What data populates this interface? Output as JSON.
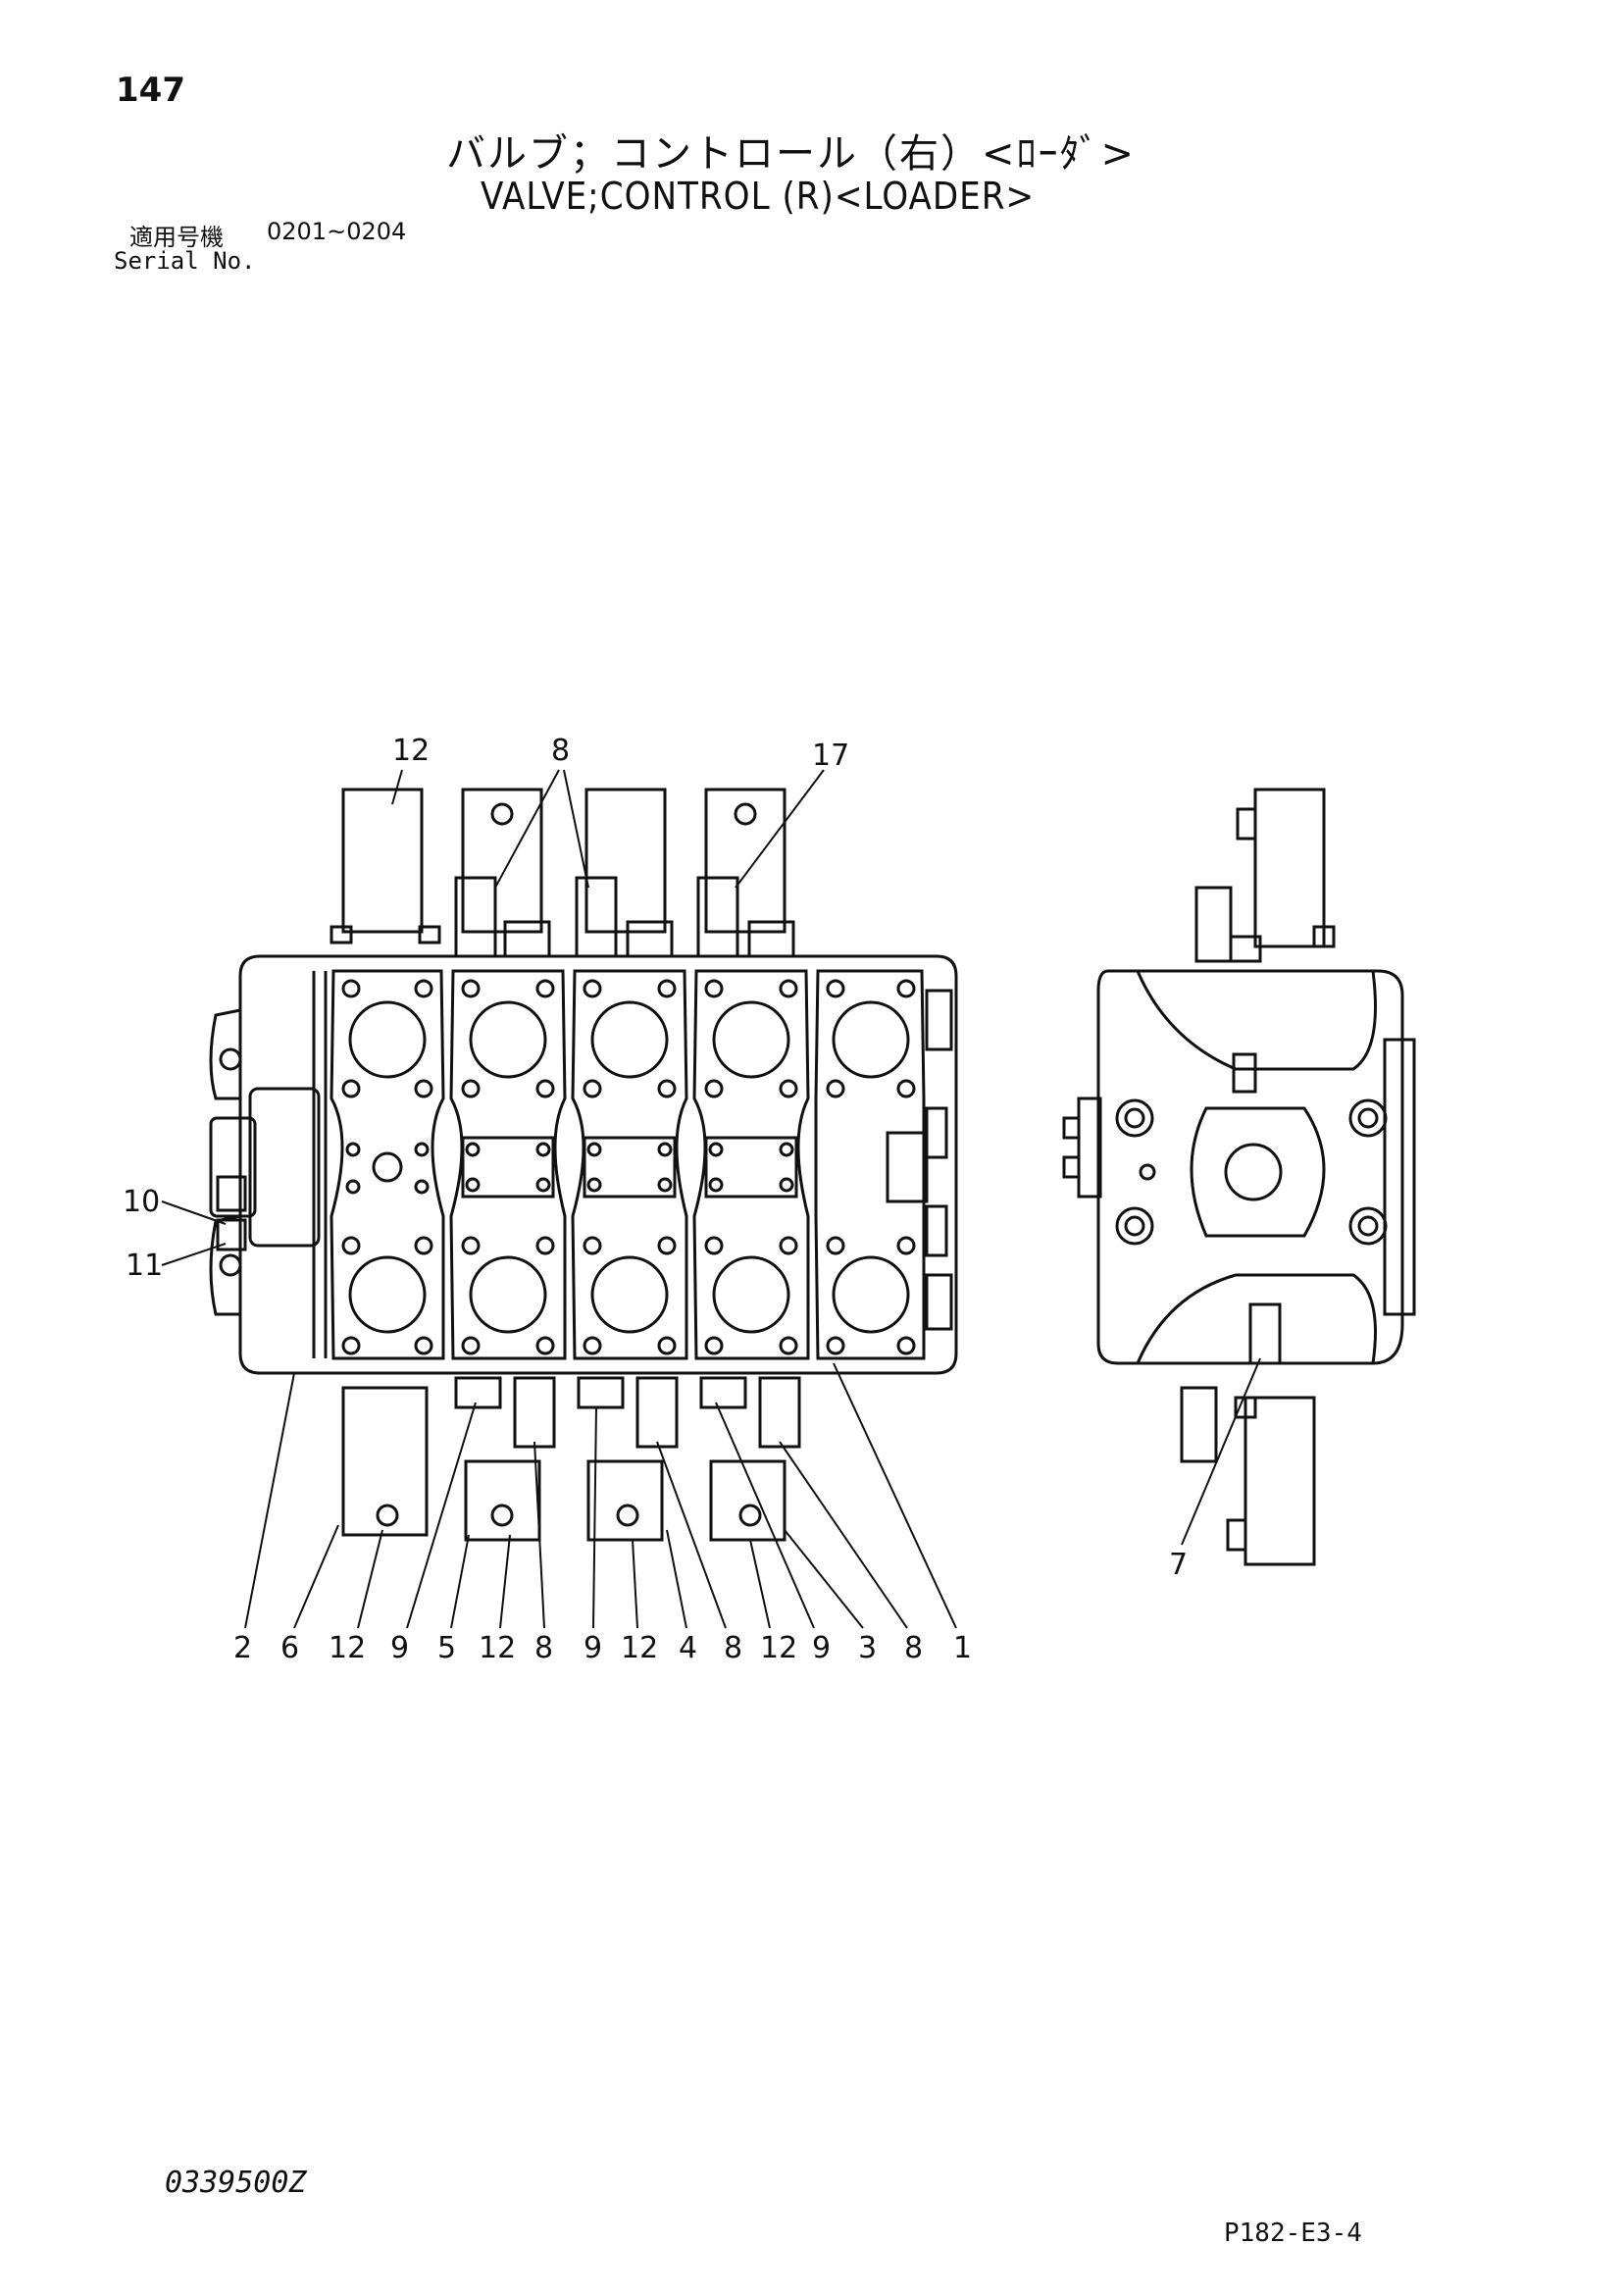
{
  "header": {
    "page_number": "147",
    "title_ja": "バルブ；コントロール（右）<ﾛｰﾀﾞ>",
    "title_en": "VALVE;CONTROL (R)<LOADER>",
    "serial_label_ja": "適用号機",
    "serial_range": "0201~0204",
    "serial_label_en": "Serial No."
  },
  "callouts": {
    "top": [
      "12",
      "8",
      "17"
    ],
    "left": [
      "10",
      "11"
    ],
    "bottom": [
      "2",
      "6",
      "12",
      "9",
      "5",
      "12",
      "8",
      "9",
      "12",
      "4",
      "8",
      "12",
      "9",
      "3",
      "8",
      "1"
    ],
    "side_view": [
      "7"
    ]
  },
  "footer": {
    "doc_code": "0339500Z",
    "page_code": "P182-E3-4"
  }
}
